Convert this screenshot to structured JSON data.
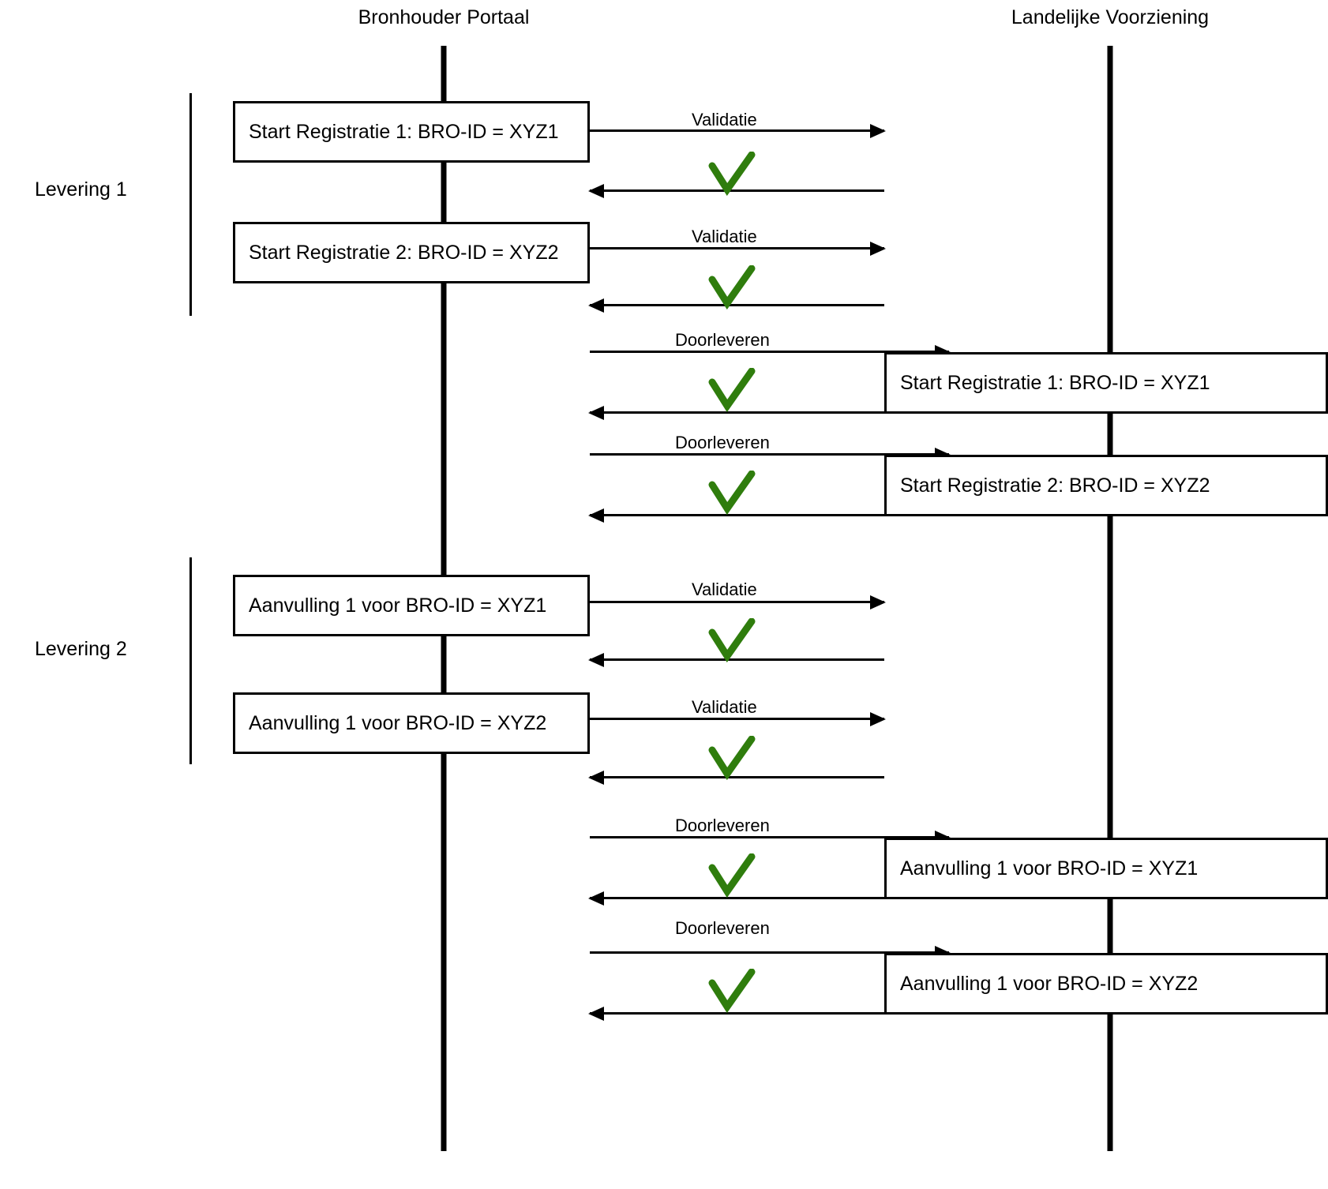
{
  "diagram": {
    "title": "BRO levering sequence diagram",
    "type": "sequence-diagram",
    "colors": {
      "line": "#000000",
      "box_border": "#000000",
      "box_fill": "#ffffff",
      "check_green": "#2f7d0d",
      "background": "#ffffff"
    }
  },
  "lifelines": [
    {
      "id": "bronhouder",
      "label": "Bronhouder Portaal"
    },
    {
      "id": "landelijke",
      "label": "Landelijke Voorziening"
    }
  ],
  "groups": [
    {
      "id": "levering-1",
      "label": "Levering 1"
    },
    {
      "id": "levering-2",
      "label": "Levering 2"
    }
  ],
  "steps": [
    {
      "id": "step-1",
      "group": "levering-1",
      "side": "left",
      "box_label": "Start Registratie 1: BRO-ID = XYZ1",
      "arrow_label": "Validatie",
      "check": "check-ok-icon"
    },
    {
      "id": "step-2",
      "group": "levering-1",
      "side": "left",
      "box_label": "Start Registratie 2: BRO-ID = XYZ2",
      "arrow_label": "Validatie",
      "check": "check-ok-icon"
    },
    {
      "id": "step-3",
      "group": "levering-1",
      "side": "right",
      "box_label": "Start Registratie 1: BRO-ID = XYZ1",
      "arrow_label": "Doorleveren",
      "check": "check-ok-icon"
    },
    {
      "id": "step-4",
      "group": "levering-1",
      "side": "right",
      "box_label": "Start Registratie 2: BRO-ID = XYZ2",
      "arrow_label": "Doorleveren",
      "check": "check-ok-icon"
    },
    {
      "id": "step-5",
      "group": "levering-2",
      "side": "left",
      "box_label": "Aanvulling 1 voor BRO-ID = XYZ1",
      "arrow_label": "Validatie",
      "check": "check-ok-icon"
    },
    {
      "id": "step-6",
      "group": "levering-2",
      "side": "left",
      "box_label": "Aanvulling 1 voor BRO-ID = XYZ2",
      "arrow_label": "Validatie",
      "check": "check-ok-icon"
    },
    {
      "id": "step-7",
      "group": "levering-2",
      "side": "right",
      "box_label": "Aanvulling 1 voor BRO-ID = XYZ1",
      "arrow_label": "Doorleveren",
      "check": "check-ok-icon"
    },
    {
      "id": "step-8",
      "group": "levering-2",
      "side": "right",
      "box_label": "Aanvulling 1 voor BRO-ID = XYZ2",
      "arrow_label": "Doorleveren",
      "check": "check-ok-icon"
    }
  ]
}
